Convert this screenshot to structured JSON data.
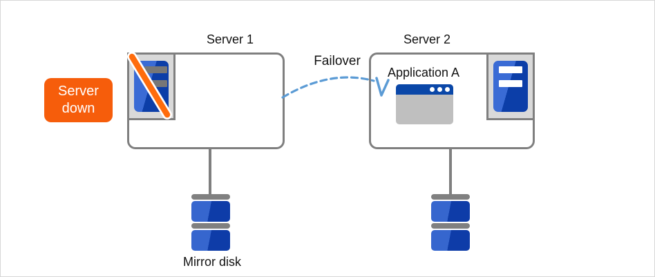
{
  "diagram": {
    "type": "failover-cluster",
    "labels": {
      "server1_title": "Server 1",
      "server2_title": "Server 2",
      "failover": "Failover",
      "application": "Application A",
      "mirror_disk": "Mirror disk",
      "server_down_line1": "Server",
      "server_down_line2": "down"
    },
    "nodes": [
      {
        "name": "Server 1",
        "status": "down",
        "icon": "server-crossed-out"
      },
      {
        "name": "Server 2",
        "status": "active",
        "hosts": "Application A",
        "icon": "server"
      }
    ],
    "storage": [
      {
        "attached_to": "Server 1",
        "label": "Mirror disk",
        "icon": "stacked-disk"
      },
      {
        "attached_to": "Server 2",
        "label": "",
        "icon": "stacked-disk"
      }
    ],
    "arrow": {
      "from": "Server 1",
      "to": "Server 2",
      "label": "Failover",
      "style": "dashed-curve"
    },
    "colors": {
      "accent_orange": "#f65d0b",
      "stripe_orange": "#ff6c0c",
      "server_blue_light": "#3a6bd5",
      "server_blue_dark": "#0c3ea8",
      "disk_blue_light": "#3666ce",
      "disk_blue_dark": "#0e3ca8",
      "box_border_gray": "#7f7f7f",
      "icon_frame_gray": "#d9d9d9",
      "failover_arc_blue": "#5b9bd5",
      "app_titlebar_blue": "#0a47a8",
      "app_body_gray": "#bfbfbf"
    }
  }
}
